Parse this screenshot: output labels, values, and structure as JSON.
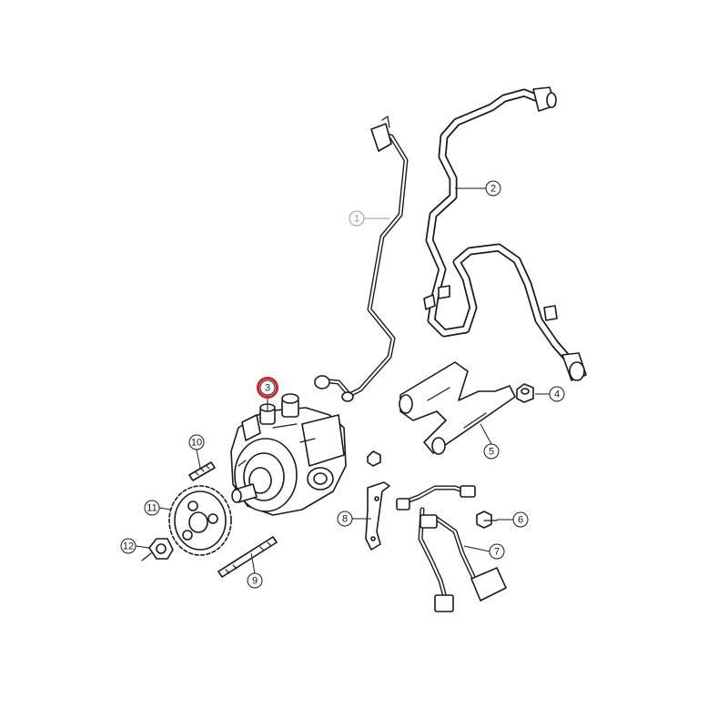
{
  "colors": {
    "line": "#1a1a1a",
    "highlight_ring": "#d21f2c",
    "highlight_text": "#2a3cc8",
    "dimmed": "#9a9a9a",
    "background": "#ffffff"
  },
  "callouts": [
    {
      "label": "1",
      "part": "high-pressure-fuel-line",
      "state": "dimmed"
    },
    {
      "label": "2",
      "part": "fuel-supply-hose",
      "state": "normal"
    },
    {
      "label": "3",
      "part": "fuel-injection-pump",
      "state": "highlighted"
    },
    {
      "label": "4",
      "part": "nut",
      "state": "normal"
    },
    {
      "label": "5",
      "part": "tube-bracket",
      "state": "normal"
    },
    {
      "label": "6",
      "part": "bolt",
      "state": "normal"
    },
    {
      "label": "7",
      "part": "wiring-harness",
      "state": "normal"
    },
    {
      "label": "8",
      "part": "mounting-bracket",
      "state": "normal"
    },
    {
      "label": "9",
      "part": "stud",
      "state": "normal"
    },
    {
      "label": "10",
      "part": "short-stud",
      "state": "normal"
    },
    {
      "label": "11",
      "part": "pump-gear",
      "state": "normal"
    },
    {
      "label": "12",
      "part": "gear-nut",
      "state": "normal"
    }
  ]
}
